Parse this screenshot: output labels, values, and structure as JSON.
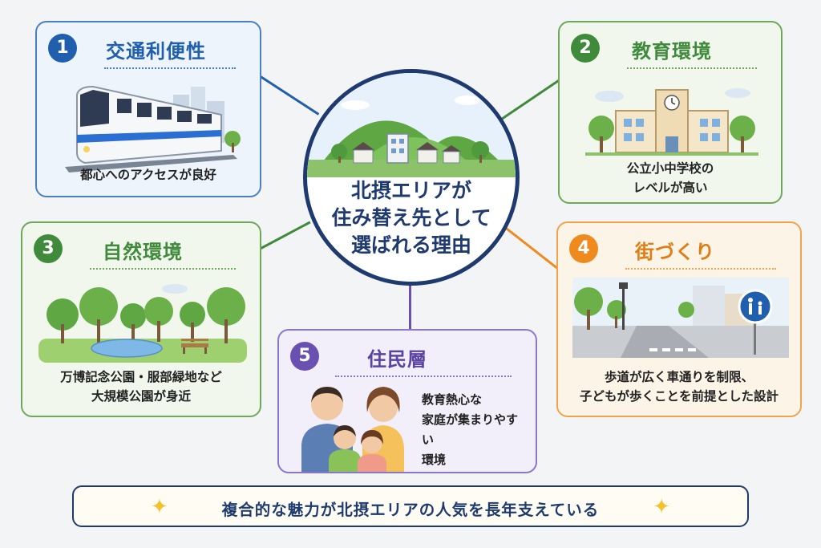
{
  "center": {
    "title_lines": [
      "北摂エリアが",
      "住み替え先として",
      "選ばれる理由"
    ]
  },
  "cards": [
    {
      "number": "1",
      "title": "交通利便性",
      "caption_lines": [
        "都心へのアクセスが良好"
      ],
      "accent": "#1f5fae",
      "bg": "#edf4fc",
      "border": "#4a7fc4",
      "title_color": "#1f5fae",
      "icon": "train-icon"
    },
    {
      "number": "2",
      "title": "教育環境",
      "caption_lines": [
        "公立小中学校の",
        "レベルが高い"
      ],
      "accent": "#3f8a3b",
      "bg": "#f1f7ec",
      "border": "#6ea85b",
      "title_color": "#3f8a3b",
      "icon": "school-icon"
    },
    {
      "number": "3",
      "title": "自然環境",
      "caption_lines": [
        "万博記念公園・服部緑地など",
        "大規模公園が身近"
      ],
      "accent": "#3f8a3b",
      "bg": "#f1f7ec",
      "border": "#6ea85b",
      "title_color": "#3f8a3b",
      "icon": "park-icon"
    },
    {
      "number": "4",
      "title": "街づくり",
      "caption_lines": [
        "歩道が広く車通りを制限、",
        "子どもが歩くことを前提とした設計"
      ],
      "accent": "#ee8a1e",
      "bg": "#fdf4e8",
      "border": "#f0a34a",
      "title_color": "#e07d12",
      "icon": "street-icon"
    },
    {
      "number": "5",
      "title": "住民層",
      "caption_lines": [
        "教育熱心な",
        "家庭が集まりやすい",
        "環境"
      ],
      "accent": "#6a50b0",
      "bg": "#f2effa",
      "border": "#8c77c7",
      "title_color": "#5b43a3",
      "icon": "family-icon"
    }
  ],
  "banner": {
    "text": "複合的な魅力が北摂エリアの人気を長年支えている",
    "sparkle_icon": "sparkle-icon"
  }
}
